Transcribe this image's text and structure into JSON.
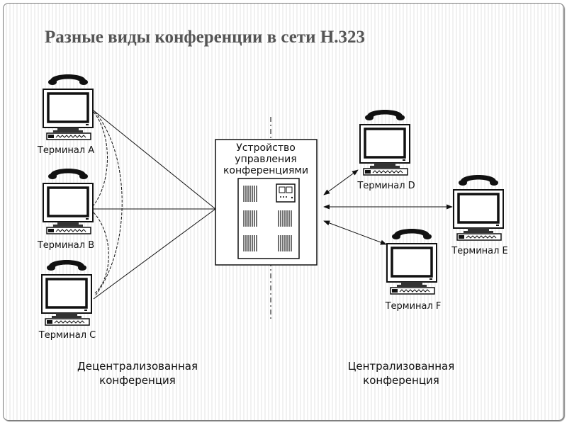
{
  "title": "Разные виды конференции в сети H.323",
  "mcu": {
    "label_lines": [
      "Устройство",
      "управления",
      "конференциями"
    ],
    "icon": "rack-server-icon"
  },
  "terminals": [
    {
      "id": "A",
      "label": "Терминал A",
      "group": "decentralized",
      "icon": "computer-with-phone-icon"
    },
    {
      "id": "B",
      "label": "Терминал B",
      "group": "decentralized",
      "icon": "computer-with-phone-icon"
    },
    {
      "id": "C",
      "label": "Терминал C",
      "group": "decentralized",
      "icon": "computer-with-phone-icon"
    },
    {
      "id": "D",
      "label": "Терминал D",
      "group": "centralized",
      "icon": "computer-with-phone-icon"
    },
    {
      "id": "E",
      "label": "Терминал E",
      "group": "centralized",
      "icon": "computer-with-phone-icon"
    },
    {
      "id": "F",
      "label": "Терминал F",
      "group": "centralized",
      "icon": "computer-with-phone-icon"
    }
  ],
  "connections": [
    {
      "from": "A",
      "to": "MCU",
      "style": "solid",
      "arrows": false
    },
    {
      "from": "B",
      "to": "MCU",
      "style": "solid",
      "arrows": false
    },
    {
      "from": "C",
      "to": "MCU",
      "style": "solid",
      "arrows": false
    },
    {
      "from": "A",
      "to": "B",
      "style": "dashed-curve",
      "arrows": false
    },
    {
      "from": "A",
      "to": "C",
      "style": "dashed-curve",
      "arrows": false
    },
    {
      "from": "B",
      "to": "C",
      "style": "dashed-curve",
      "arrows": false
    },
    {
      "from": "MCU",
      "to": "D",
      "style": "solid",
      "arrows": true
    },
    {
      "from": "MCU",
      "to": "E",
      "style": "solid",
      "arrows": true
    },
    {
      "from": "MCU",
      "to": "F",
      "style": "solid",
      "arrows": true
    }
  ],
  "captions": {
    "left": [
      "Децентрализованная",
      "конференция"
    ],
    "right": [
      "Централизованная",
      "конференция"
    ]
  }
}
